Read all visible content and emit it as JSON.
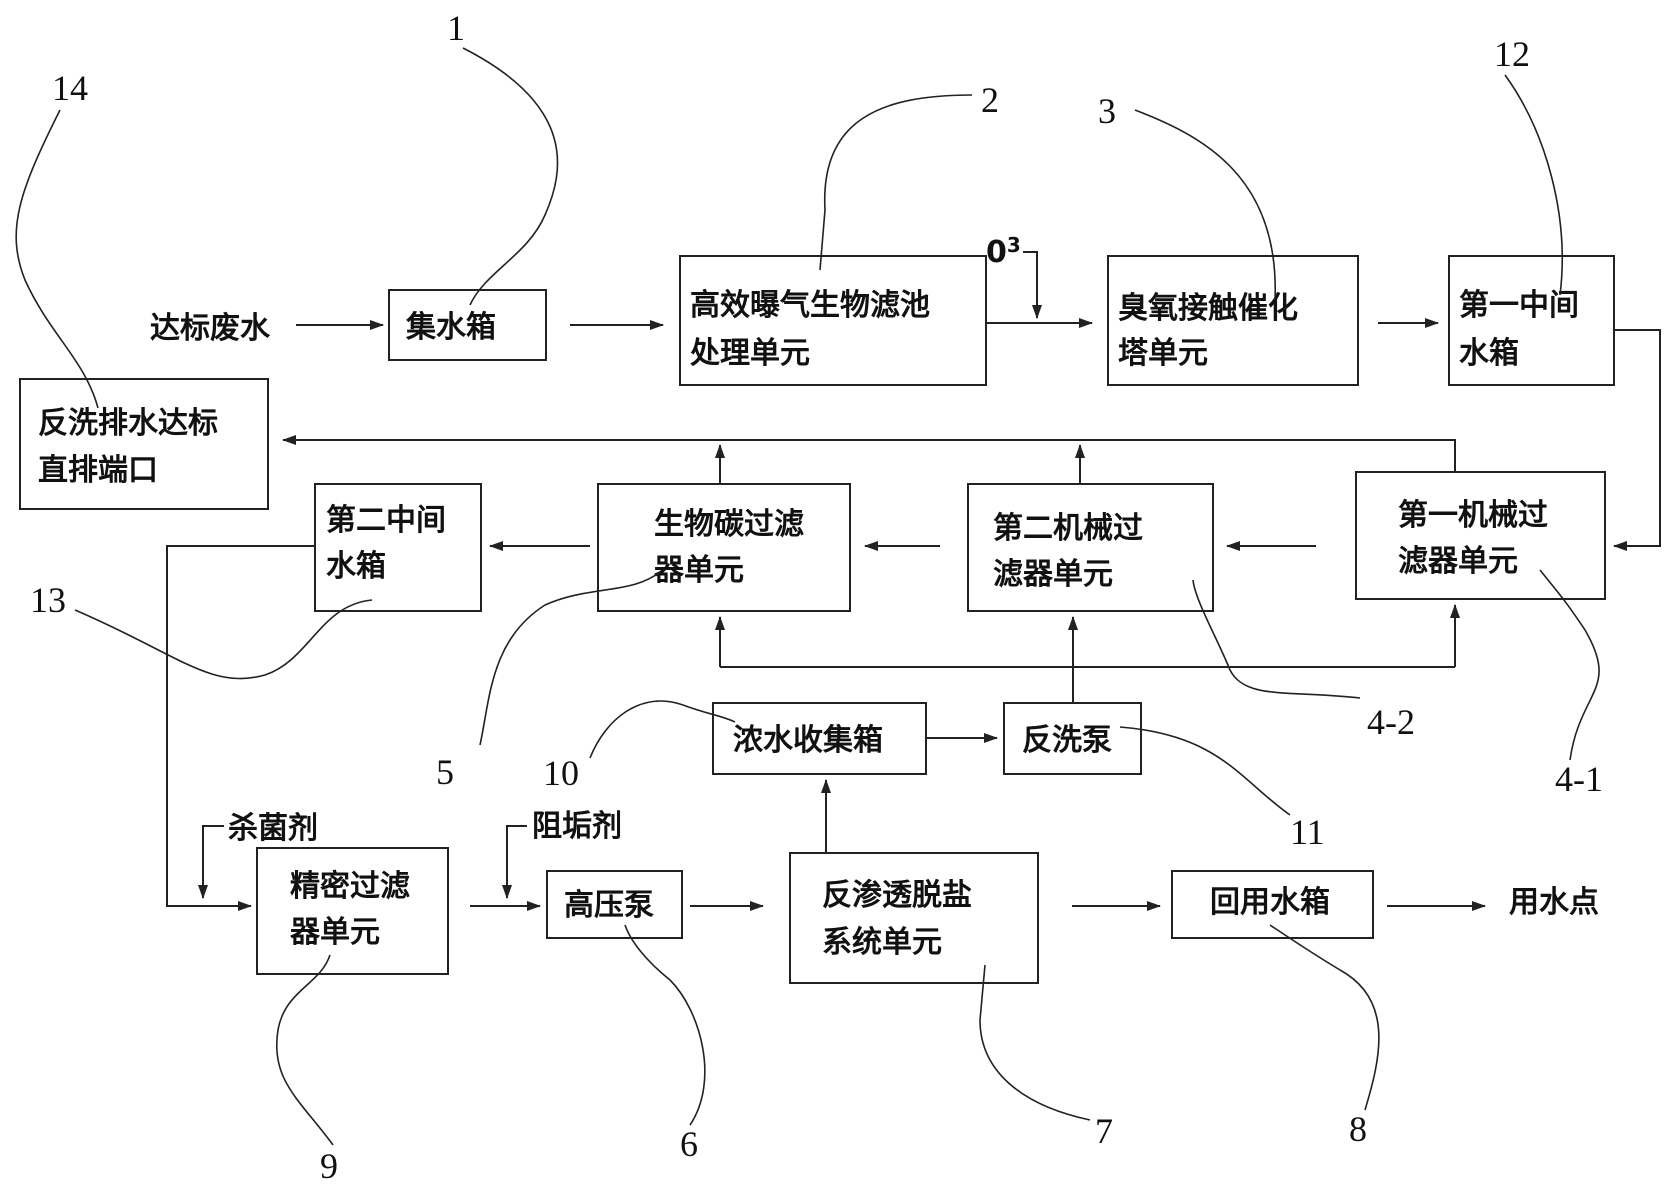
{
  "boxes": {
    "b1": [
      "集水箱"
    ],
    "b2": [
      "高效曝气生物滤池",
      "处理单元"
    ],
    "b3": [
      "臭氧接触催化",
      "塔单元"
    ],
    "b12": [
      "第一中间",
      "水箱"
    ],
    "b14": [
      "反洗排水达标",
      "直排端口"
    ],
    "b13": [
      "第二中间",
      "水箱"
    ],
    "b5": [
      "生物碳过滤",
      "器单元"
    ],
    "b4_2": [
      "第二机械过",
      "滤器单元"
    ],
    "b4_1": [
      "第一机械过",
      "滤器单元"
    ],
    "b10": [
      "浓水收集箱"
    ],
    "b11": [
      "反洗泵"
    ],
    "b9": [
      "精密过滤",
      "器单元"
    ],
    "b6": [
      "高压泵"
    ],
    "b7": [
      "反渗透脱盐",
      "系统单元"
    ],
    "b8": [
      "回用水箱"
    ]
  },
  "labels": {
    "input": "达标废水",
    "ozone": "0",
    "ozone_sup": "3",
    "bactericide": "杀菌剂",
    "antiscalant": "阻垢剂",
    "use_point": "用水点"
  },
  "numbers": {
    "n1": "1",
    "n2": "2",
    "n3": "3",
    "n12": "12",
    "n14": "14",
    "n13": "13",
    "n5": "5",
    "n10": "10",
    "n4_2": "4-2",
    "n4_1": "4-1",
    "n11": "11",
    "n9": "9",
    "n6": "6",
    "n7": "7",
    "n8": "8"
  },
  "colors": {
    "ink": "#222222",
    "background": "#ffffff"
  }
}
